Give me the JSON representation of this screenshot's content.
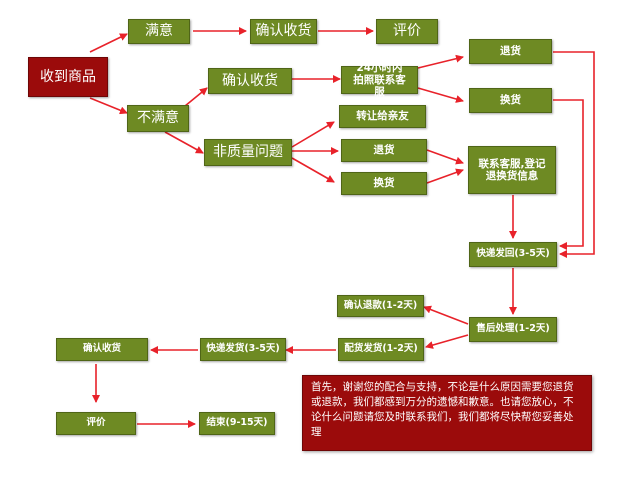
{
  "nodes": {
    "received": "收到商品",
    "satisfied": "满意",
    "confirm_receipt_top": "确认收货",
    "review_top": "评价",
    "unsatisfied": "不满意",
    "confirm_receipt_mid": "确认收货",
    "photo_contact": "24小时内拍照联系客服",
    "return_top": "退货",
    "exchange_top": "换货",
    "non_quality": "非质量问题",
    "transfer": "转让给亲友",
    "return_mid": "退货",
    "exchange_mid": "换货",
    "register_info": "联系客服,登记退换货信息",
    "ship_back": "快递发回(3-5天)",
    "after_sales": "售后处理(1-2天)",
    "confirm_refund": "确认退款(1-2天)",
    "ship_replacement": "配货发货(1-2天)",
    "express_ship": "快递发货(3-5天)",
    "confirm_receipt_bottom": "确认收货",
    "review_bottom": "评价",
    "finish": "结束(9-15天)"
  },
  "note": "首先，谢谢您的配合与支持，不论是什么原因需要您退货或退款，我们都感到万分的遗憾和歉意。也请您放心，不论什么问题请您及时联系我们，我们都将尽快帮您妥善处理",
  "colors": {
    "green": "#6e8a23",
    "red": "#9b0b0b",
    "arrow": "#e8222a"
  }
}
